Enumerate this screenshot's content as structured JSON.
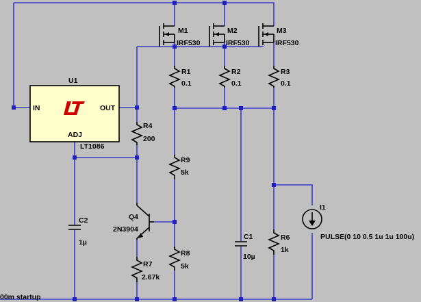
{
  "components": {
    "u1": {
      "ref": "U1",
      "pin_in": "IN",
      "pin_out": "OUT",
      "pin_adj": "ADJ",
      "value": "LT1086"
    },
    "m1": {
      "ref": "M1",
      "value": "IRF530"
    },
    "m2": {
      "ref": "M2",
      "value": "IRF530"
    },
    "m3": {
      "ref": "M3",
      "value": "IRF530"
    },
    "r1": {
      "ref": "R1",
      "value": "0.1"
    },
    "r2": {
      "ref": "R2",
      "value": "0.1"
    },
    "r3": {
      "ref": "R3",
      "value": "0.1"
    },
    "r4": {
      "ref": "R4",
      "value": "200"
    },
    "r9": {
      "ref": "R9",
      "value": "5k"
    },
    "r8": {
      "ref": "R8",
      "value": "5k"
    },
    "r7": {
      "ref": "R7",
      "value": "2.67k"
    },
    "r6": {
      "ref": "R6",
      "value": "1k"
    },
    "q4": {
      "ref": "Q4",
      "value": "2N3904"
    },
    "c2": {
      "ref": "C2",
      "value": "1µ"
    },
    "c1": {
      "ref": "C1",
      "value": "10µ"
    },
    "i1": {
      "ref": "I1",
      "value": "PULSE(0 10 0.5 1u 1u 100u)"
    }
  },
  "annotation": "00m startup",
  "colors": {
    "background": "#c0c0c0",
    "wire": "#3a3ac8",
    "part": "#000000",
    "logo": "#cc0000",
    "regulator_fill": "#ffffcc"
  }
}
